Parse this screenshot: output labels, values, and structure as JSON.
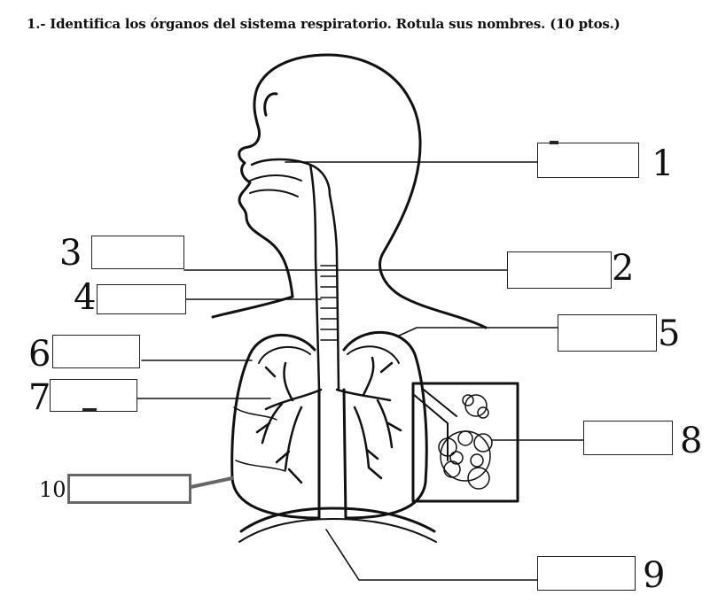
{
  "title": "1.- Identifica los órganos del sistema respiratorio. Rotula sus nombres. (10 ptos.)",
  "labels": [
    {
      "number": "1",
      "answer": ""
    },
    {
      "number": "2",
      "answer": ""
    },
    {
      "number": "3",
      "answer": ""
    },
    {
      "number": "4",
      "answer": ""
    },
    {
      "number": "5",
      "answer": ""
    },
    {
      "number": "6",
      "answer": ""
    },
    {
      "number": "7",
      "answer": ""
    },
    {
      "number": "8",
      "answer": ""
    },
    {
      "number": "9",
      "answer": ""
    },
    {
      "number": "10",
      "answer": ""
    }
  ]
}
